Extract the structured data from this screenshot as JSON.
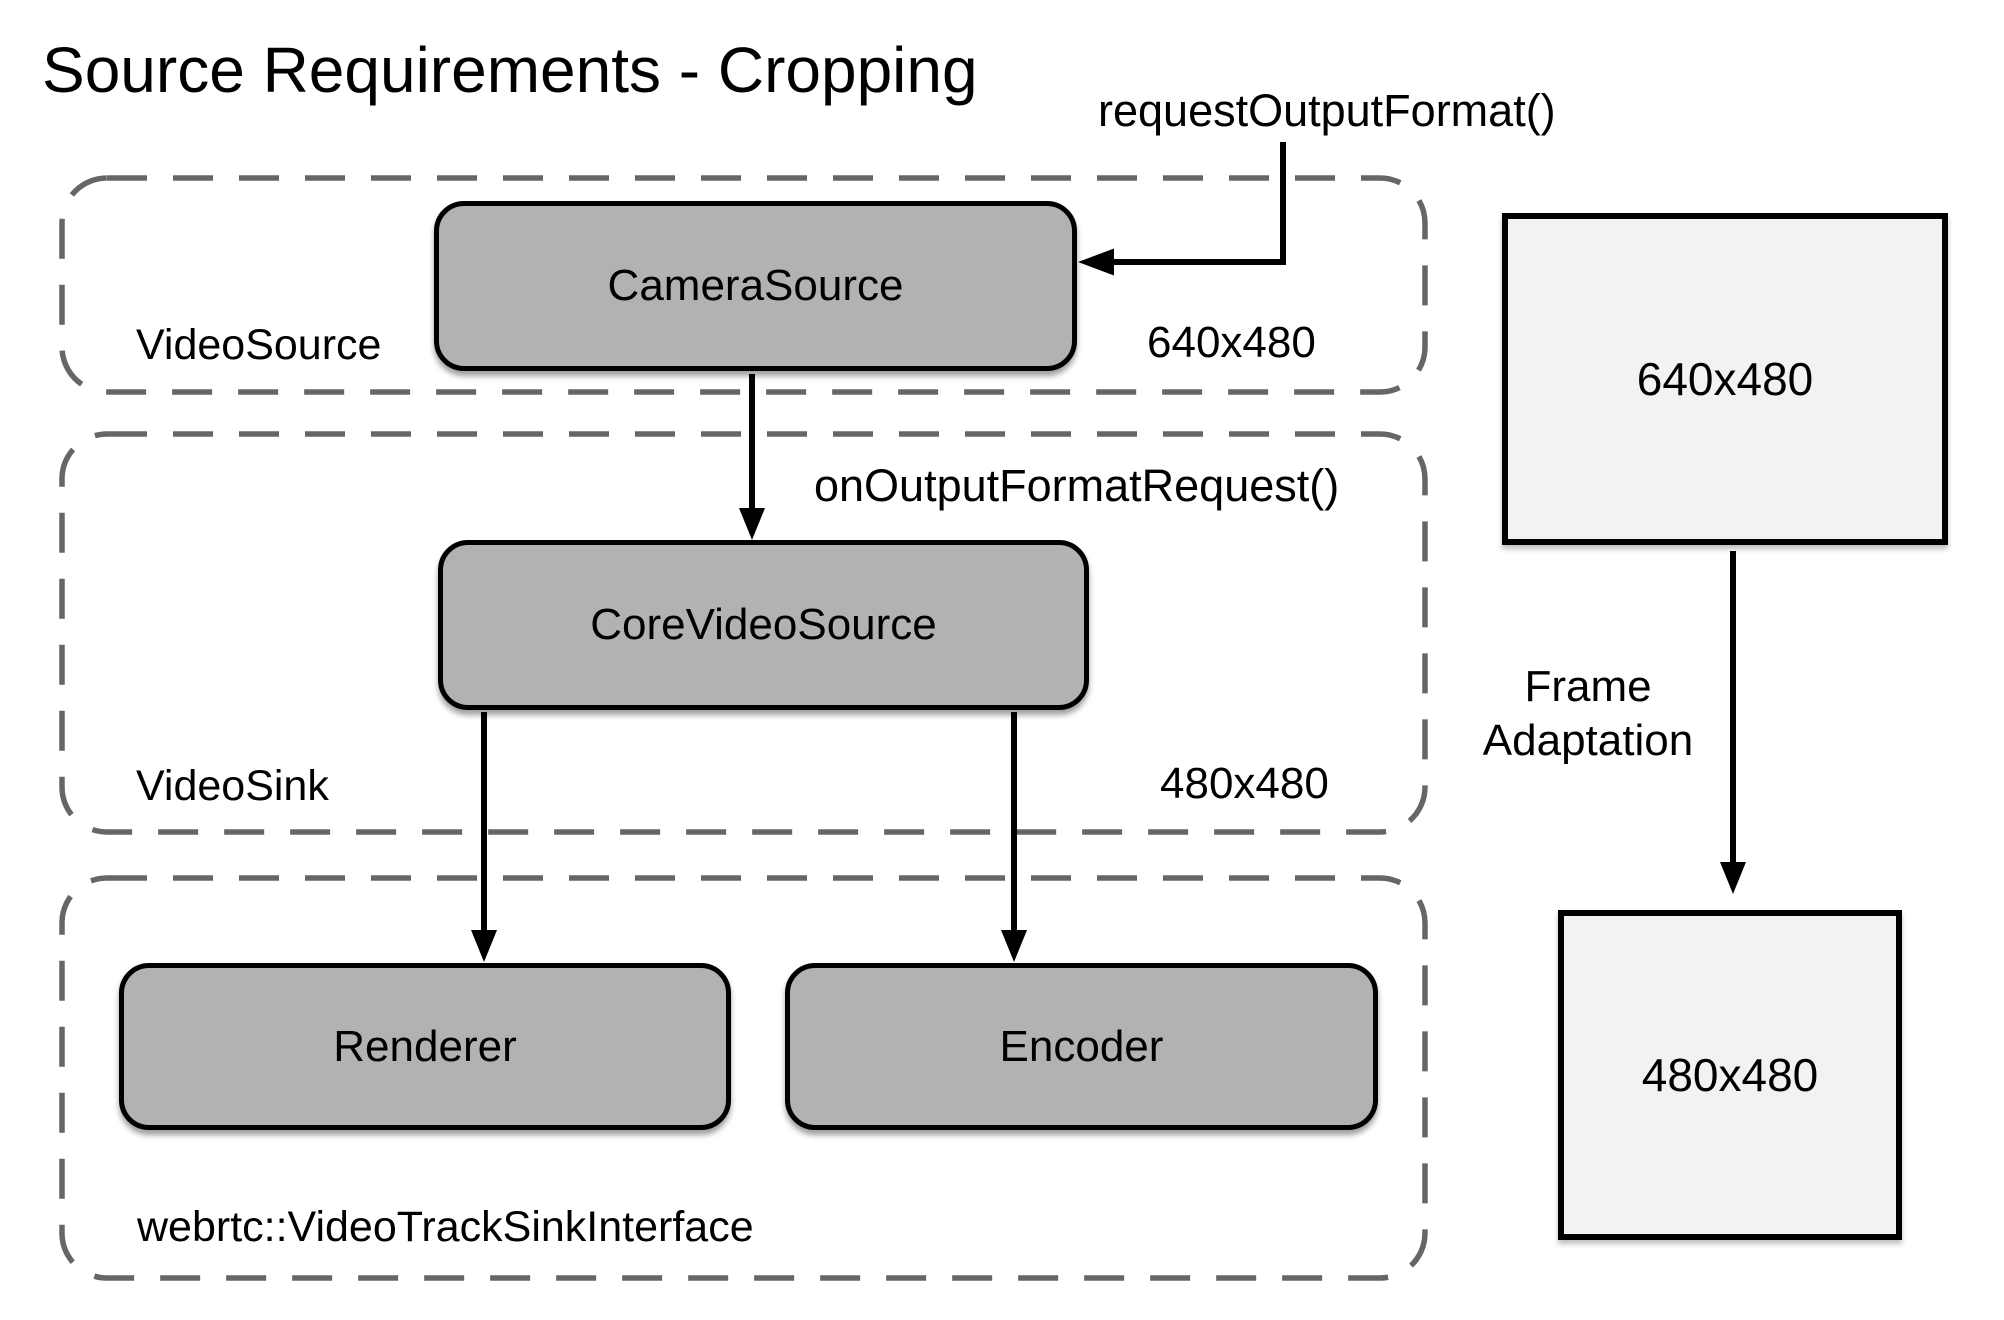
{
  "title": "Source Requirements - Cropping",
  "annotations": {
    "request_output_format": "requestOutputFormat()",
    "on_output_format_request": "onOutputFormatRequest()",
    "frame_adaptation_line1": "Frame",
    "frame_adaptation_line2": "Adaptation"
  },
  "groups": [
    {
      "label": "VideoSource",
      "resolution": "640x480"
    },
    {
      "label": "VideoSink",
      "resolution": "480x480"
    },
    {
      "label": "webrtc::VideoTrackSinkInterface"
    }
  ],
  "nodes": [
    {
      "label": "CameraSource"
    },
    {
      "label": "CoreVideoSource"
    },
    {
      "label": "Renderer"
    },
    {
      "label": "Encoder"
    }
  ],
  "frames": [
    {
      "label": "640x480"
    },
    {
      "label": "480x480"
    }
  ],
  "colors": {
    "background": "#ffffff",
    "text": "#000000",
    "node_fill": "#b2b2b2",
    "node_border": "#000000",
    "frame_fill": "#f2f2f2",
    "frame_border": "#000000",
    "dashed_border": "#666666",
    "arrow": "#000000"
  }
}
